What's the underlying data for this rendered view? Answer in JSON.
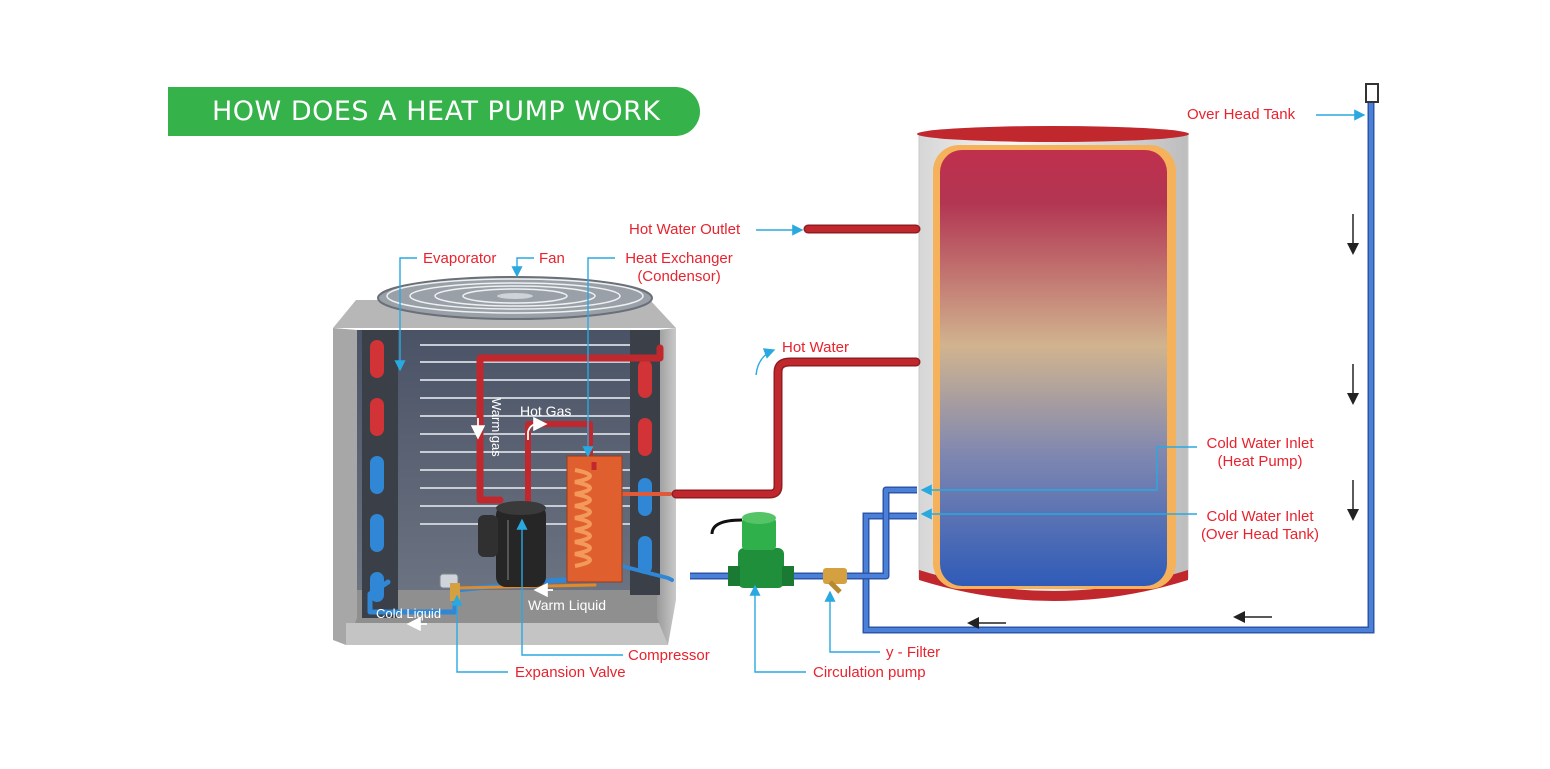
{
  "title": "HOW DOES A HEAT PUMP  WORK",
  "labels": {
    "over_head_tank": "Over Head Tank",
    "hot_water_outlet": "Hot Water Outlet",
    "evaporator": "Evaporator",
    "fan": "Fan",
    "heat_exchanger": "Heat Exchanger",
    "condensor": "(Condensor)",
    "hot_water": "Hot Water",
    "cold_inlet_hp_1": "Cold Water Inlet",
    "cold_inlet_hp_2": "(Heat Pump)",
    "cold_inlet_oht_1": "Cold Water Inlet",
    "cold_inlet_oht_2": "(Over Head Tank)",
    "compressor": "Compressor",
    "expansion_valve": "Expansion Valve",
    "circulation_pump": "Circulation pump",
    "y_filter": "y - Filter"
  },
  "inner_labels": {
    "hot_gas": "Hot Gas",
    "warm_gas": "Warm gas",
    "cold_liquid": "Cold Liquid",
    "warm_liquid": "Warm Liquid"
  },
  "colors": {
    "banner": "#36b24a",
    "label_red": "#e8232e",
    "leader_cyan": "#29a9e0",
    "hot_pipe": "#c0282d",
    "cold_pipe": "#3a6fc7"
  }
}
